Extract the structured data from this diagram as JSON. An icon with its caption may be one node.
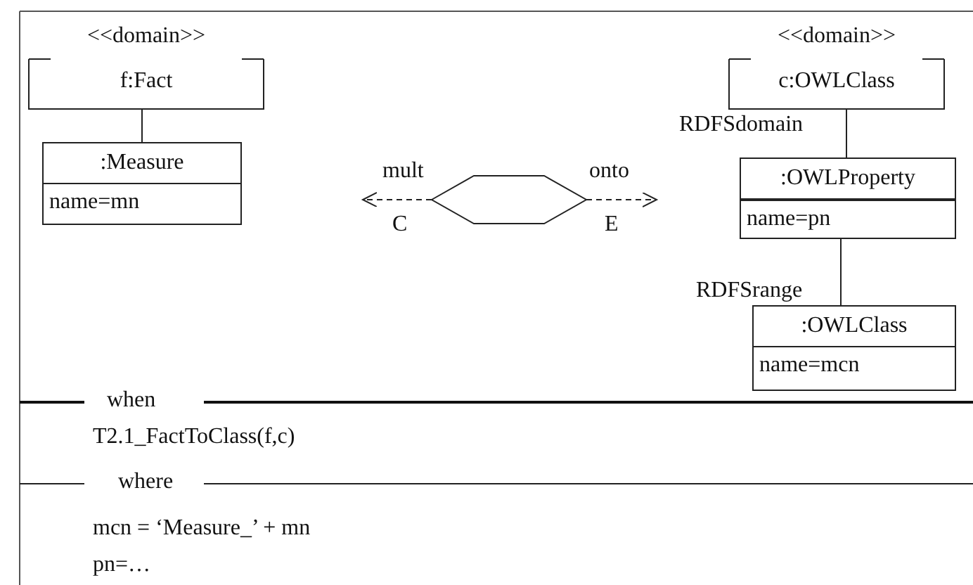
{
  "diagram": {
    "nodes": [
      {
        "text": [
          "<<domain>>",
          "f:Fact"
        ]
      },
      {
        "text": [
          ":Measure",
          "name=mn"
        ]
      },
      {
        "text": [],
        "shape": "hexagon"
      },
      {
        "text": [
          "<<domain>>",
          "c:OWLClass"
        ]
      },
      {
        "text": [
          ":OWLProperty",
          "name=pn"
        ]
      },
      {
        "text": [
          ":OWLClass",
          "name=mcn"
        ]
      }
    ],
    "edges": [
      {
        "from": 0,
        "to": 1,
        "arrow": "none"
      },
      {
        "from": 2,
        "to": null,
        "arrow": "to",
        "label": "mult",
        "style": "dashed"
      },
      {
        "from": 2,
        "to": null,
        "arrow": "to",
        "label": "onto",
        "style": "dashed"
      },
      {
        "from": 3,
        "to": 4,
        "arrow": "none",
        "label": "RDFSdomain"
      },
      {
        "from": 4,
        "to": 5,
        "arrow": "none",
        "label": "RDFSrange"
      }
    ],
    "labels": [
      "C",
      "E",
      "when",
      "T2.1_FactToClass(f,c)",
      "where",
      "mcn = ‘Measure_’ + mn",
      "pn=…"
    ]
  }
}
